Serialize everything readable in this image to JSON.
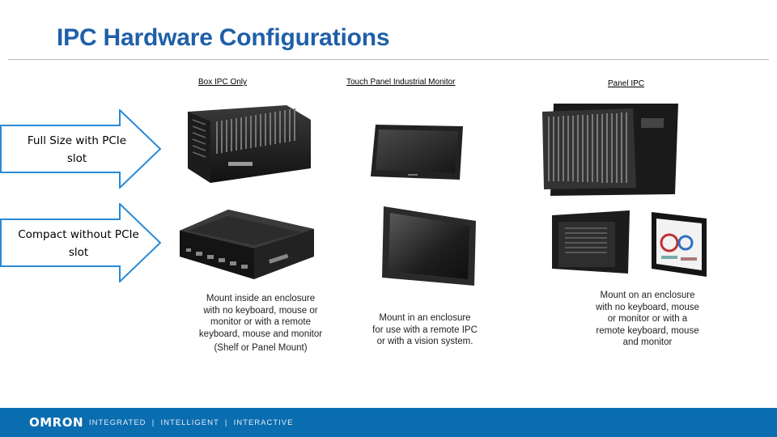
{
  "title": "IPC Hardware Configurations",
  "columns": [
    "Box  IPC Only",
    "Touch Panel  Industrial Monitor",
    "Panel IPC"
  ],
  "rows": [
    {
      "label": "Full Size with PCIe slot"
    },
    {
      "label": "Compact without PCIe slot"
    }
  ],
  "descriptions": [
    [
      "Mount inside an enclosure",
      "with no keyboard, mouse or",
      "monitor or with a remote",
      "keyboard, mouse and monitor",
      "(Shelf or Panel Mount)"
    ],
    [
      "Mount in an enclosure",
      "for use with a remote IPC",
      "or with a vision system."
    ],
    [
      "Mount on an enclosure",
      "with no keyboard, mouse",
      "or monitor or with a",
      "remote keyboard, mouse",
      "and monitor"
    ]
  ],
  "footer": {
    "brand": "OMRON",
    "tagline": "INTEGRATED  |  INTELLIGENT  |  INTERACTIVE"
  },
  "colors": {
    "title": "#1f5fa8",
    "arrow_stroke": "#2a8ad6",
    "footer": "#0a6db0"
  }
}
